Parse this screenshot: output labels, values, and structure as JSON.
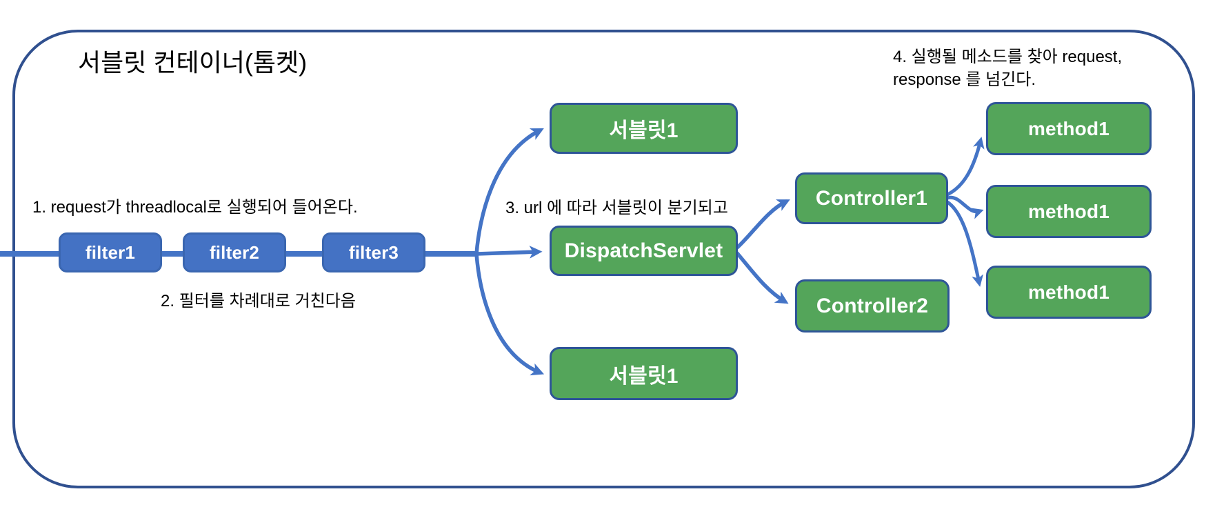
{
  "diagram": {
    "title": "서블릿 컨테이너(톰켓)",
    "annotations": {
      "step1": "1. request가 threadlocal로 실행되어 들어온다.",
      "step2": "2. 필터를 차례대로 거친다음",
      "step3": "3. url 에 따라 서블릿이 분기되고",
      "step4_line1": "4. 실행될 메소드를 찾아 request,",
      "step4_line2": "response 를 넘긴다."
    },
    "nodes": {
      "filter1": "filter1",
      "filter2": "filter2",
      "filter3": "filter3",
      "servlet_top": "서블릿1",
      "dispatch": "DispatchServlet",
      "servlet_bottom": "서블릿1",
      "controller1": "Controller1",
      "controller2": "Controller2",
      "method_top": "method1",
      "method_mid": "method1",
      "method_bottom": "method1"
    },
    "colors": {
      "container_border": "#30508F",
      "arrow": "#4474C6",
      "filter_fill": "#4472C4",
      "filter_border": "#3A66B0",
      "green_fill": "#54A55A",
      "green_border": "#2E5597",
      "box_text": "#FFFFFF",
      "annotation_text": "#000000"
    }
  }
}
